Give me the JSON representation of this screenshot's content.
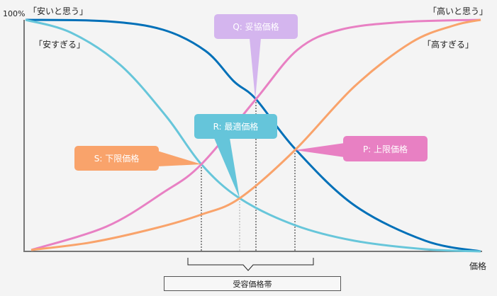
{
  "axis": {
    "y_max_label": "100%",
    "x_label": "価格"
  },
  "curves": {
    "cheap": {
      "label": "「安いと思う」",
      "color": "#0070b8"
    },
    "too_cheap": {
      "label": "「安すぎる」",
      "color": "#67c6da"
    },
    "expensive": {
      "label": "「高いと思う」",
      "color": "#e880c3"
    },
    "too_expensive": {
      "label": "「高すぎる」",
      "color": "#f9a36b"
    }
  },
  "callouts": {
    "q": {
      "label": "Q: 妥協価格",
      "color": "#d4b5ee"
    },
    "r": {
      "label": "R: 最適価格",
      "color": "#65c5da"
    },
    "s": {
      "label": "S: 下限価格",
      "color": "#f9a36b"
    },
    "p": {
      "label": "P: 上限価格",
      "color": "#e880c3"
    }
  },
  "acceptable_range": {
    "label": "受容価格帯"
  }
}
